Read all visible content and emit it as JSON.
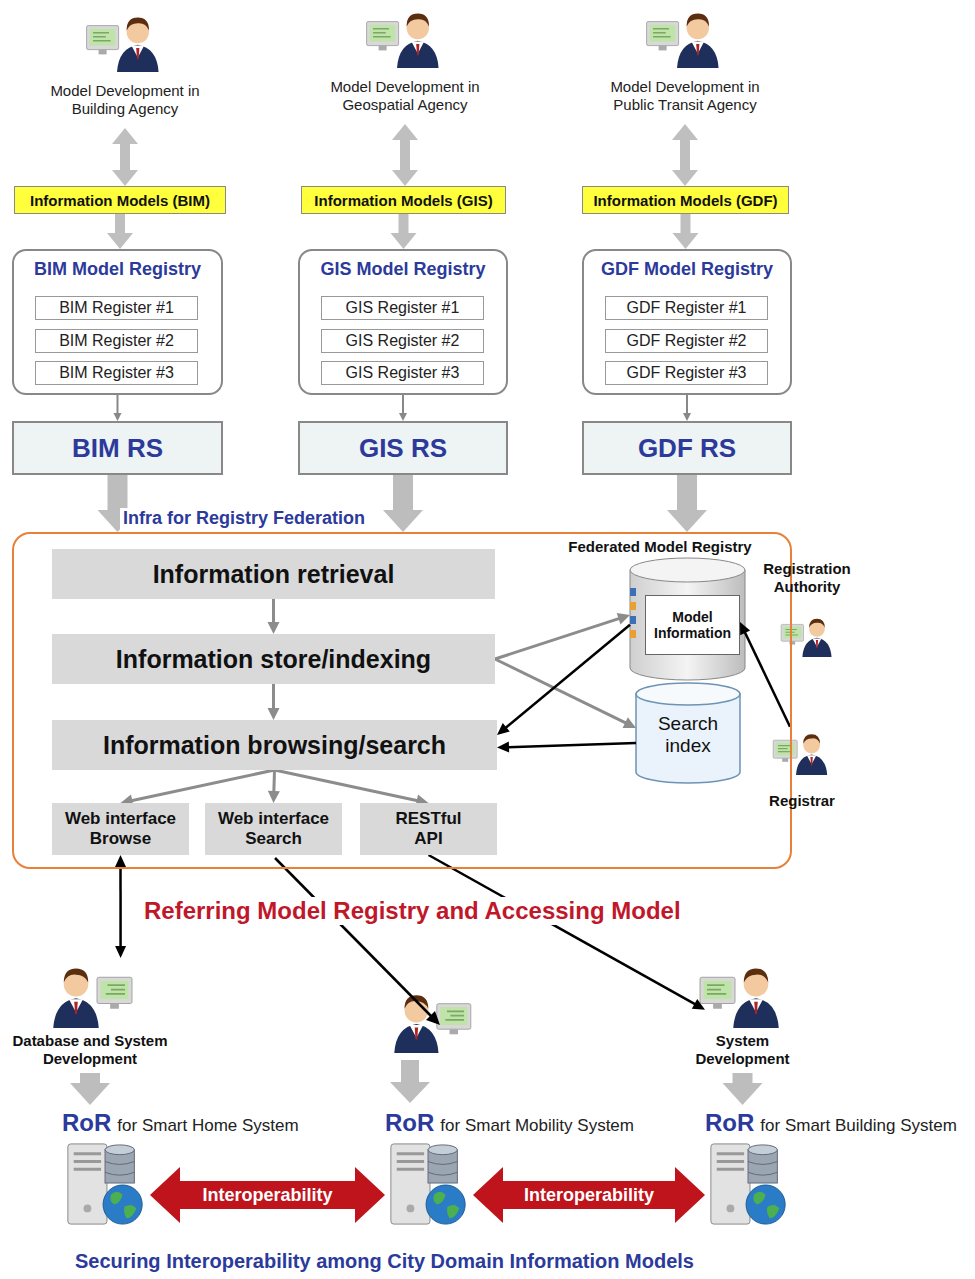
{
  "diagram": {
    "caption": "Securing Interoperability among City Domain Information Models",
    "nodes": [
      {
        "text": [
          "Model Development in Building Agency"
        ]
      },
      {
        "text": [
          "Model Development in Geospatial Agency"
        ]
      },
      {
        "text": [
          "Model Development in Public Transit Agency"
        ]
      },
      {
        "text": [
          "Information Models (BIM)"
        ]
      },
      {
        "text": [
          "Information Models (GIS)"
        ]
      },
      {
        "text": [
          "Information Models (GDF)"
        ]
      },
      {
        "text": [
          "BIM Model Registry"
        ]
      },
      {
        "text": [
          "BIM Register #1"
        ],
        "in": 6
      },
      {
        "text": [
          "BIM Register #2"
        ],
        "in": 6
      },
      {
        "text": [
          "BIM Register #3"
        ],
        "in": 6
      },
      {
        "text": [
          "GIS Model Registry"
        ]
      },
      {
        "text": [
          "GIS Register #1"
        ],
        "in": 10
      },
      {
        "text": [
          "GIS Register #2"
        ],
        "in": 10
      },
      {
        "text": [
          "GIS Register #3"
        ],
        "in": 10
      },
      {
        "text": [
          "GDF Model Registry"
        ]
      },
      {
        "text": [
          "GDF Register #1"
        ],
        "in": 14
      },
      {
        "text": [
          "GDF Register #2"
        ],
        "in": 14
      },
      {
        "text": [
          "GDF Register #3"
        ],
        "in": 14
      },
      {
        "text": [
          "BIM RS"
        ]
      },
      {
        "text": [
          "GIS RS"
        ]
      },
      {
        "text": [
          "GDF RS"
        ]
      },
      {
        "text": [
          "Infra for Registry Federation"
        ]
      },
      {
        "text": [
          "Information retrieval"
        ],
        "in": 21
      },
      {
        "text": [
          "Information store/indexing"
        ],
        "in": 21
      },
      {
        "text": [
          "Information browsing/search"
        ],
        "in": 21
      },
      {
        "text": [
          "Web interface Browse"
        ],
        "in": 21
      },
      {
        "text": [
          "Web interface Search"
        ],
        "in": 21
      },
      {
        "text": [
          "RESTful API"
        ],
        "in": 21
      },
      {
        "text": [
          "Federated Model Registry",
          "Model Information"
        ],
        "in": 21
      },
      {
        "text": [
          "Search index"
        ],
        "in": 21
      },
      {
        "text": [
          "Registration Authority"
        ],
        "in": 21
      },
      {
        "text": [
          "Registrar"
        ],
        "in": 21
      },
      {
        "text": [
          "Database and System Development"
        ]
      },
      {
        "text": [
          "System Development"
        ]
      },
      {
        "text": [
          "RoR",
          "for Smart Home System"
        ]
      },
      {
        "text": [
          "RoR",
          "for Smart Mobility System"
        ]
      },
      {
        "text": [
          "RoR",
          "for Smart Building System"
        ]
      }
    ],
    "edges": [
      {
        "from": 0,
        "to": 3,
        "arrow": "both"
      },
      {
        "from": 1,
        "to": 4,
        "arrow": "both"
      },
      {
        "from": 2,
        "to": 5,
        "arrow": "both"
      },
      {
        "from": 3,
        "to": 6,
        "arrow": "to"
      },
      {
        "from": 4,
        "to": 10,
        "arrow": "to"
      },
      {
        "from": 5,
        "to": 14,
        "arrow": "to"
      },
      {
        "from": 6,
        "to": 18,
        "arrow": "to"
      },
      {
        "from": 10,
        "to": 19,
        "arrow": "to"
      },
      {
        "from": 14,
        "to": 20,
        "arrow": "to"
      },
      {
        "from": 18,
        "to": 21,
        "arrow": "to"
      },
      {
        "from": 19,
        "to": 21,
        "arrow": "to"
      },
      {
        "from": 20,
        "to": 21,
        "arrow": "to"
      },
      {
        "from": 22,
        "to": 23,
        "arrow": "to"
      },
      {
        "from": 23,
        "to": 24,
        "arrow": "to"
      },
      {
        "from": 23,
        "to": 28,
        "arrow": "to"
      },
      {
        "from": 23,
        "to": 29,
        "arrow": "to"
      },
      {
        "from": 28,
        "to": 24,
        "arrow": "to"
      },
      {
        "from": 29,
        "to": 24,
        "arrow": "to"
      },
      {
        "from": 24,
        "to": 25,
        "arrow": "to"
      },
      {
        "from": 24,
        "to": 26,
        "arrow": "to"
      },
      {
        "from": 24,
        "to": 27,
        "arrow": "to"
      },
      {
        "from": 31,
        "to": 28,
        "arrow": "to"
      },
      {
        "from": 25,
        "to": 32,
        "arrow": "both"
      },
      {
        "from": 27,
        "to": 33,
        "arrow": "to"
      },
      {
        "from": 32,
        "to": 34,
        "arrow": "to"
      },
      {
        "from": 33,
        "to": 36,
        "arrow": "to"
      },
      {
        "from": 34,
        "to": 35,
        "label": "Interoperability",
        "arrow": "both"
      },
      {
        "from": 35,
        "to": 36,
        "label": "Interoperability",
        "arrow": "both"
      }
    ],
    "labels": [
      "Referring Model Registry and Accessing Model"
    ]
  }
}
